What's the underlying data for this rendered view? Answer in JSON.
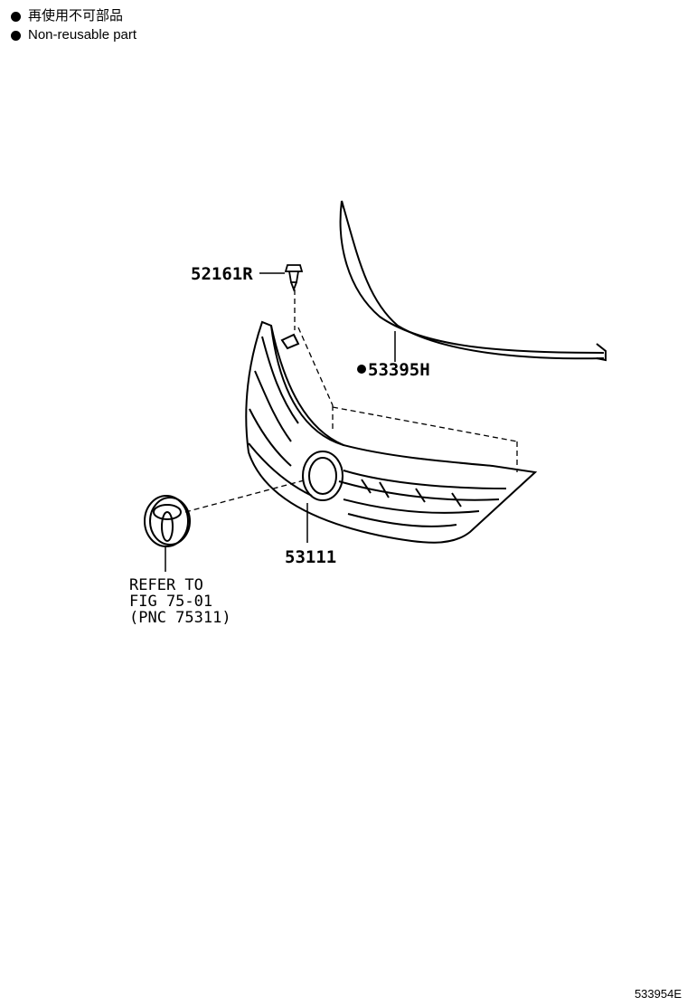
{
  "legend": [
    {
      "icon": "bullet-dot",
      "text": "再使用不可部品"
    },
    {
      "icon": "bullet-dot",
      "text": "Non-reusable part"
    }
  ],
  "parts": {
    "clip": "52161R",
    "molding": "53395H",
    "grille": "53111"
  },
  "reference": [
    "REFER TO",
    "FIG 75-01",
    "(PNC 75311)"
  ],
  "figure_id": "533954E"
}
